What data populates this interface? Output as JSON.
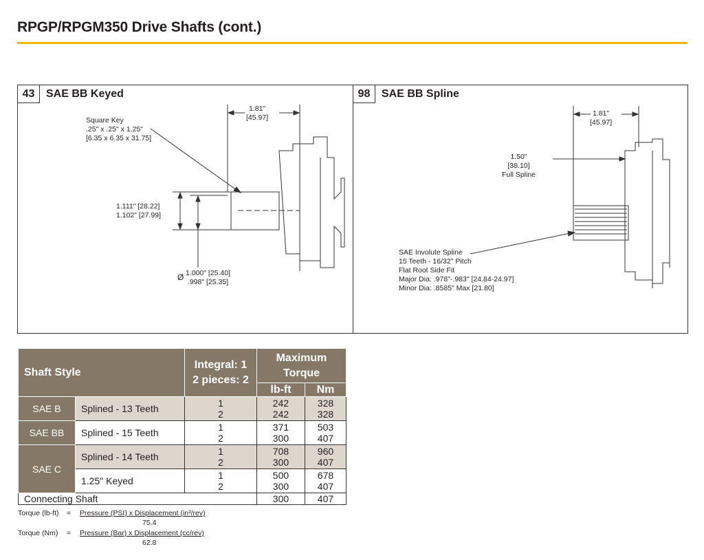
{
  "page_title": "RPGP/RPGM350 Drive Shafts (cont.)",
  "accent_color": "#f2b705",
  "panels": [
    {
      "number": "43",
      "title": "SAE BB Keyed",
      "labels": {
        "dim_top": "1.81\"\n[45.97]",
        "key": "Square Key\n.25\" x .25\" x 1.25\"\n[6.35 x 6.35 x 31.75]",
        "height": "1.111\" [28.22]\n1.102\" [27.99]",
        "dia_symbol": "Ø",
        "dia": "1.000\" [25.40]\n .998\" [25.35]"
      }
    },
    {
      "number": "98",
      "title": "SAE BB Spline",
      "labels": {
        "dim_top": "1.81\"\n[45.97]",
        "spline_len": "1.50\"\n[38.10]\nFull Spline",
        "spline": "SAE Involute Spline\n15 Teeth - 16/32\" Pitch\nFlat Root Side Fit\nMajor Dia: .978\"-.983\" [24.84-24.97]\nMinor Dia: .8585\" Max [21.80]"
      }
    }
  ],
  "table": {
    "headers": {
      "shaft_style": "Shaft Style",
      "integral": "Integral: 1\n2 pieces: 2",
      "max_torque": "Maximum\nTorque",
      "lbft": "lb-ft",
      "nm": "Nm"
    },
    "rows": [
      {
        "group": "SAE B",
        "style": "Splined - 13 Teeth",
        "integral": "1\n2",
        "lbft": "242\n242",
        "nm": "328\n328"
      },
      {
        "group": "SAE BB",
        "style": "Splined - 15 Teeth",
        "integral": "1\n2",
        "lbft": "371\n300",
        "nm": "503\n407"
      },
      {
        "group": "SAE C",
        "style": "Splined - 14 Teeth",
        "integral": "1\n2",
        "lbft": "708\n300",
        "nm": "960\n407"
      },
      {
        "group": "SAE C",
        "style": "1.25\" Keyed",
        "integral": "1\n2",
        "lbft": "500\n300",
        "nm": "678\n407"
      }
    ],
    "connecting": {
      "label": "Connecting Shaft",
      "lbft": "300",
      "nm": "407"
    }
  },
  "formulas": [
    {
      "lhs": "Torque (lb-ft)",
      "eq": "=",
      "numerator": "Pressure (PSI) x Displacement (in³/rev)",
      "denominator": "75.4"
    },
    {
      "lhs": "Torque (Nm)",
      "eq": "=",
      "numerator": "Pressure (Bar) x Displacement (cc/rev)",
      "denominator": "62.8"
    }
  ]
}
